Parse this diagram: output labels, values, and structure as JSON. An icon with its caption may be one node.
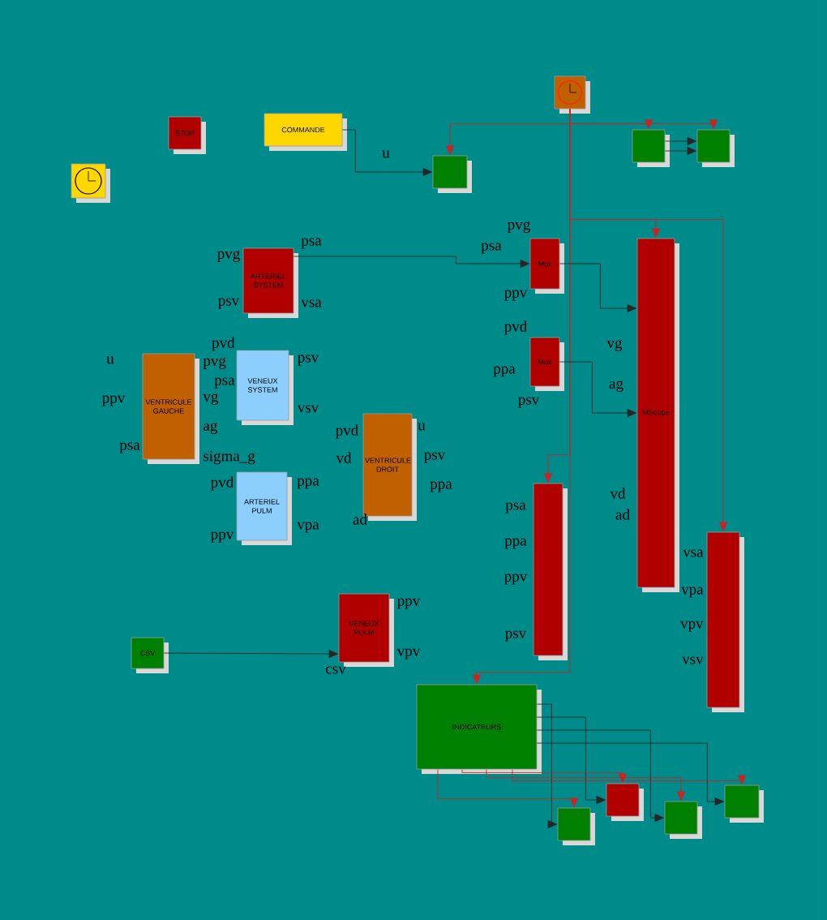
{
  "diagram": {
    "nodes": [
      {
        "text": [
          "STOP"
        ]
      },
      {
        "text": [
          "COMMANDE"
        ]
      },
      {
        "text": [],
        "shape": "clock"
      },
      {
        "text": [],
        "shape": "box"
      },
      {
        "text": [],
        "shape": "clock"
      },
      {
        "text": [],
        "shape": "box"
      },
      {
        "text": [],
        "shape": "box"
      },
      {
        "text": [
          "ARTERIEL SYSTEM"
        ]
      },
      {
        "text": [
          "VENTRICULE GAUCHE"
        ]
      },
      {
        "text": [
          "VENEUX SYSTEM"
        ]
      },
      {
        "text": [
          "VENTRICULE DROIT"
        ]
      },
      {
        "text": [
          "ARTERIEL PULM"
        ]
      },
      {
        "text": [
          "VENEUX PULM"
        ]
      },
      {
        "text": [
          "CSV"
        ]
      },
      {
        "text": [
          "Mux"
        ]
      },
      {
        "text": [
          "Mux"
        ]
      },
      {
        "text": [
          "MScope"
        ]
      },
      {
        "text": [],
        "shape": "box"
      },
      {
        "text": [],
        "shape": "box"
      },
      {
        "text": [
          "INDICATEURS"
        ]
      },
      {
        "text": [],
        "shape": "box"
      },
      {
        "text": [],
        "shape": "box"
      },
      {
        "text": [],
        "shape": "box"
      },
      {
        "text": [],
        "shape": "box"
      }
    ],
    "edges": [
      {
        "from": 1,
        "to": 3,
        "arrow": "to"
      },
      {
        "from": 4,
        "to": 3,
        "arrow": "to",
        "color": "#cc2222"
      },
      {
        "from": 4,
        "to": 5,
        "arrow": "to",
        "color": "#cc2222"
      },
      {
        "from": 4,
        "to": 6,
        "arrow": "to",
        "color": "#cc2222"
      },
      {
        "from": 4,
        "to": 16,
        "arrow": "to",
        "color": "#cc2222"
      },
      {
        "from": 4,
        "to": 17,
        "arrow": "to",
        "color": "#cc2222"
      },
      {
        "from": 4,
        "to": 18,
        "arrow": "to",
        "color": "#cc2222"
      },
      {
        "from": 4,
        "to": 19,
        "arrow": "to",
        "color": "#cc2222"
      },
      {
        "from": 5,
        "to": 6,
        "arrow": "to"
      },
      {
        "from": 5,
        "to": 6,
        "arrow": "to"
      },
      {
        "from": 14,
        "to": 16,
        "arrow": "to"
      },
      {
        "from": 15,
        "to": 16,
        "arrow": "to"
      },
      {
        "from": 13,
        "to": 12,
        "arrow": "to"
      },
      {
        "from": 7,
        "to": 14,
        "arrow": "to"
      },
      {
        "from": 19,
        "to": 20,
        "arrow": "to"
      },
      {
        "from": 19,
        "to": 21,
        "arrow": "to"
      },
      {
        "from": 19,
        "to": 22,
        "arrow": "to"
      },
      {
        "from": 19,
        "to": 23,
        "arrow": "to"
      },
      {
        "from": 19,
        "to": 20,
        "arrow": "to",
        "color": "#cc2222"
      },
      {
        "from": 19,
        "to": 21,
        "arrow": "to",
        "color": "#cc2222"
      },
      {
        "from": 19,
        "to": 22,
        "arrow": "to",
        "color": "#cc2222"
      },
      {
        "from": 19,
        "to": 23,
        "arrow": "to",
        "color": "#cc2222"
      }
    ],
    "labels": [
      "u",
      "pvg",
      "psa",
      "psv",
      "vsa",
      "u",
      "ppv",
      "psa",
      "pvg",
      "pvd",
      "psv",
      "vg",
      "psa",
      "vsv",
      "ag",
      "sigma_g",
      "pvd",
      "u",
      "vd",
      "psv",
      "pvd",
      "ppa",
      "ppa",
      "ad",
      "vpa",
      "ppv",
      "ppv",
      "vpv",
      "csv",
      "pvg",
      "psa",
      "ppv",
      "pvd",
      "ppa",
      "psv",
      "vg",
      "ag",
      "vd",
      "ad",
      "psa",
      "ppa",
      "ppv",
      "psv",
      "vsa",
      "vpa",
      "vpv",
      "vsv"
    ]
  }
}
